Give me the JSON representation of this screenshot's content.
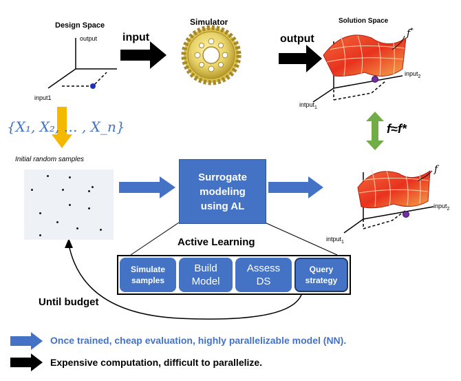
{
  "design_space": {
    "title": "Design Space",
    "axis_output": "output",
    "axis_input": "input1"
  },
  "input_label": "input",
  "simulator": {
    "title": "Simulator"
  },
  "output_label": "output",
  "solution_space": {
    "title": "Solution Space",
    "f_star": "f",
    "f_star_sup": "*",
    "axis_input2": "input",
    "axis_input2_sub": "2",
    "axis_input1": "intput",
    "axis_input1_sub": "1"
  },
  "samples_set": "{X₁, X₂, … , X_n}",
  "approx": "f≈f*",
  "initial_samples_label": "Initial random samples",
  "surrogate_box": {
    "line1": "Surrogate",
    "line2": "modeling",
    "line3": "using AL"
  },
  "surrogate_space": {
    "f_label": "f",
    "axis_input2": "input",
    "axis_input2_sub": "2",
    "axis_input1": "intput",
    "axis_input1_sub": "1"
  },
  "active_learning": {
    "title": "Active Learning",
    "steps": [
      {
        "line1": "Simulate",
        "line2": "samples"
      },
      {
        "line1": "Build",
        "line2": "Model"
      },
      {
        "line1": "Assess",
        "line2": "DS"
      },
      {
        "line1": "Query",
        "line2": "strategy"
      }
    ]
  },
  "until_budget": "Until budget",
  "legend": [
    {
      "text": "Once trained, cheap evaluation, highly parallelizable model (NN).",
      "color": "#4472C4"
    },
    {
      "text": "Expensive computation, difficult to parallelize.",
      "color": "#000000"
    }
  ],
  "colors": {
    "accent_blue": "#4472C4",
    "green": "#70AD47",
    "orange": "#F5B800",
    "surface_red": "#E8321E",
    "point_purple": "#7030A0"
  }
}
